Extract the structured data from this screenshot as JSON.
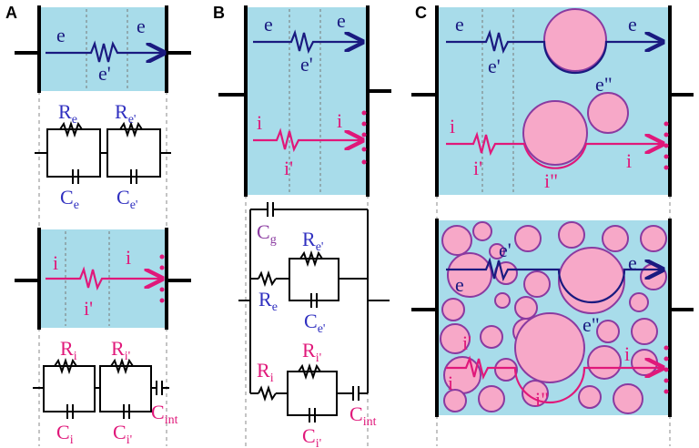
{
  "panels": {
    "a": {
      "letter": "A",
      "electron_labels": {
        "left": "e",
        "right": "e",
        "mid": "e'"
      },
      "ion_labels": {
        "left": "i",
        "right": "i",
        "mid": "i'"
      },
      "circuit_e": {
        "r1": "R",
        "r1_sub": "e",
        "r2": "R",
        "r2_sub": "e'",
        "c1": "C",
        "c1_sub": "e",
        "c2": "C",
        "c2_sub": "e'"
      },
      "circuit_i": {
        "r1": "R",
        "r1_sub": "i",
        "r2": "R",
        "r2_sub": "i'",
        "c1": "C",
        "c1_sub": "i",
        "c2": "C",
        "c2_sub": "i'",
        "c3": "C",
        "c3_sub": "int"
      }
    },
    "b": {
      "letter": "B",
      "electron_labels": {
        "left": "e",
        "right": "e",
        "mid": "e'"
      },
      "ion_labels": {
        "left": "i",
        "right": "i",
        "mid": "i'"
      },
      "circuit": {
        "cg": "C",
        "cg_sub": "g",
        "re": "R",
        "re_sub": "e",
        "rep": "R",
        "rep_sub": "e'",
        "cep": "C",
        "cep_sub": "e'",
        "ri": "R",
        "ri_sub": "i",
        "rip": "R",
        "rip_sub": "i'",
        "cip": "C",
        "cip_sub": "i'",
        "cint": "C",
        "cint_sub": "int"
      }
    },
    "c": {
      "letter": "C",
      "top": {
        "e_left": "e",
        "e_mid": "e'",
        "e_grain": "e\"",
        "e_right": "e",
        "i_left": "i",
        "i_mid": "i'",
        "i_grain": "i\"",
        "i_right": "i"
      },
      "bottom": {
        "e_left": "e",
        "e_mid": "e'",
        "e_grain": "e\"",
        "e_right": "e",
        "i_left": "i",
        "i_mid": "i'",
        "i_grain": "i\"",
        "i_right": "i"
      }
    }
  },
  "colors": {
    "electrolyte": "#a8dcea",
    "electron": "#1a1a80",
    "ion": "#e0187a",
    "grain_fill": "#f7a8c8",
    "grain_edge": "#8a3aa0",
    "circuit_label_blue": "#3030c0",
    "circuit_label_pink": "#e0187a",
    "gap_label": "#8a3aa0"
  }
}
